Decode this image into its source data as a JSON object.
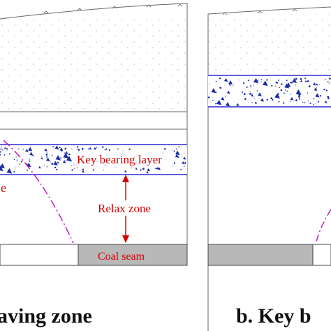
{
  "left_panel": {
    "key_layer_label": "Key bearing layer",
    "relax_zone_label": "Relax zone",
    "coal_seam_label": "Coal seam",
    "cut_label": "e",
    "caption": "aving zone"
  },
  "right_panel": {
    "caption": "b. Key b"
  },
  "colors": {
    "label": "#d80000",
    "layer_border": "#2a2ad0",
    "particles": "#1a2aa8",
    "arch": "#cc22cc",
    "coal": "#b8b8b8"
  }
}
